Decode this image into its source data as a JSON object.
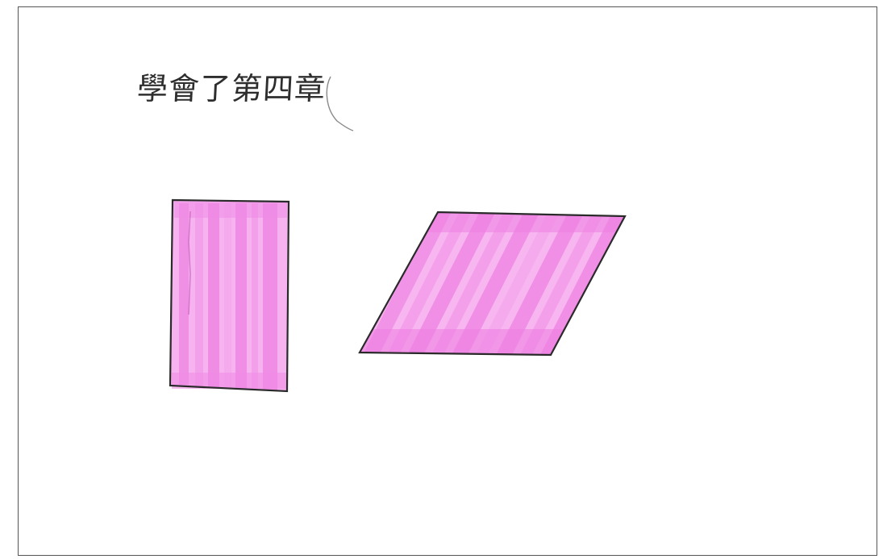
{
  "sheet": {
    "heading": "學會了第四章"
  },
  "colors": {
    "marker_pink": "#f08ae6",
    "marker_pink_dark": "#e860d8",
    "outline": "#2a2a2a",
    "frame": "#555555"
  },
  "shapes": [
    "rectangle",
    "parallelogram"
  ]
}
